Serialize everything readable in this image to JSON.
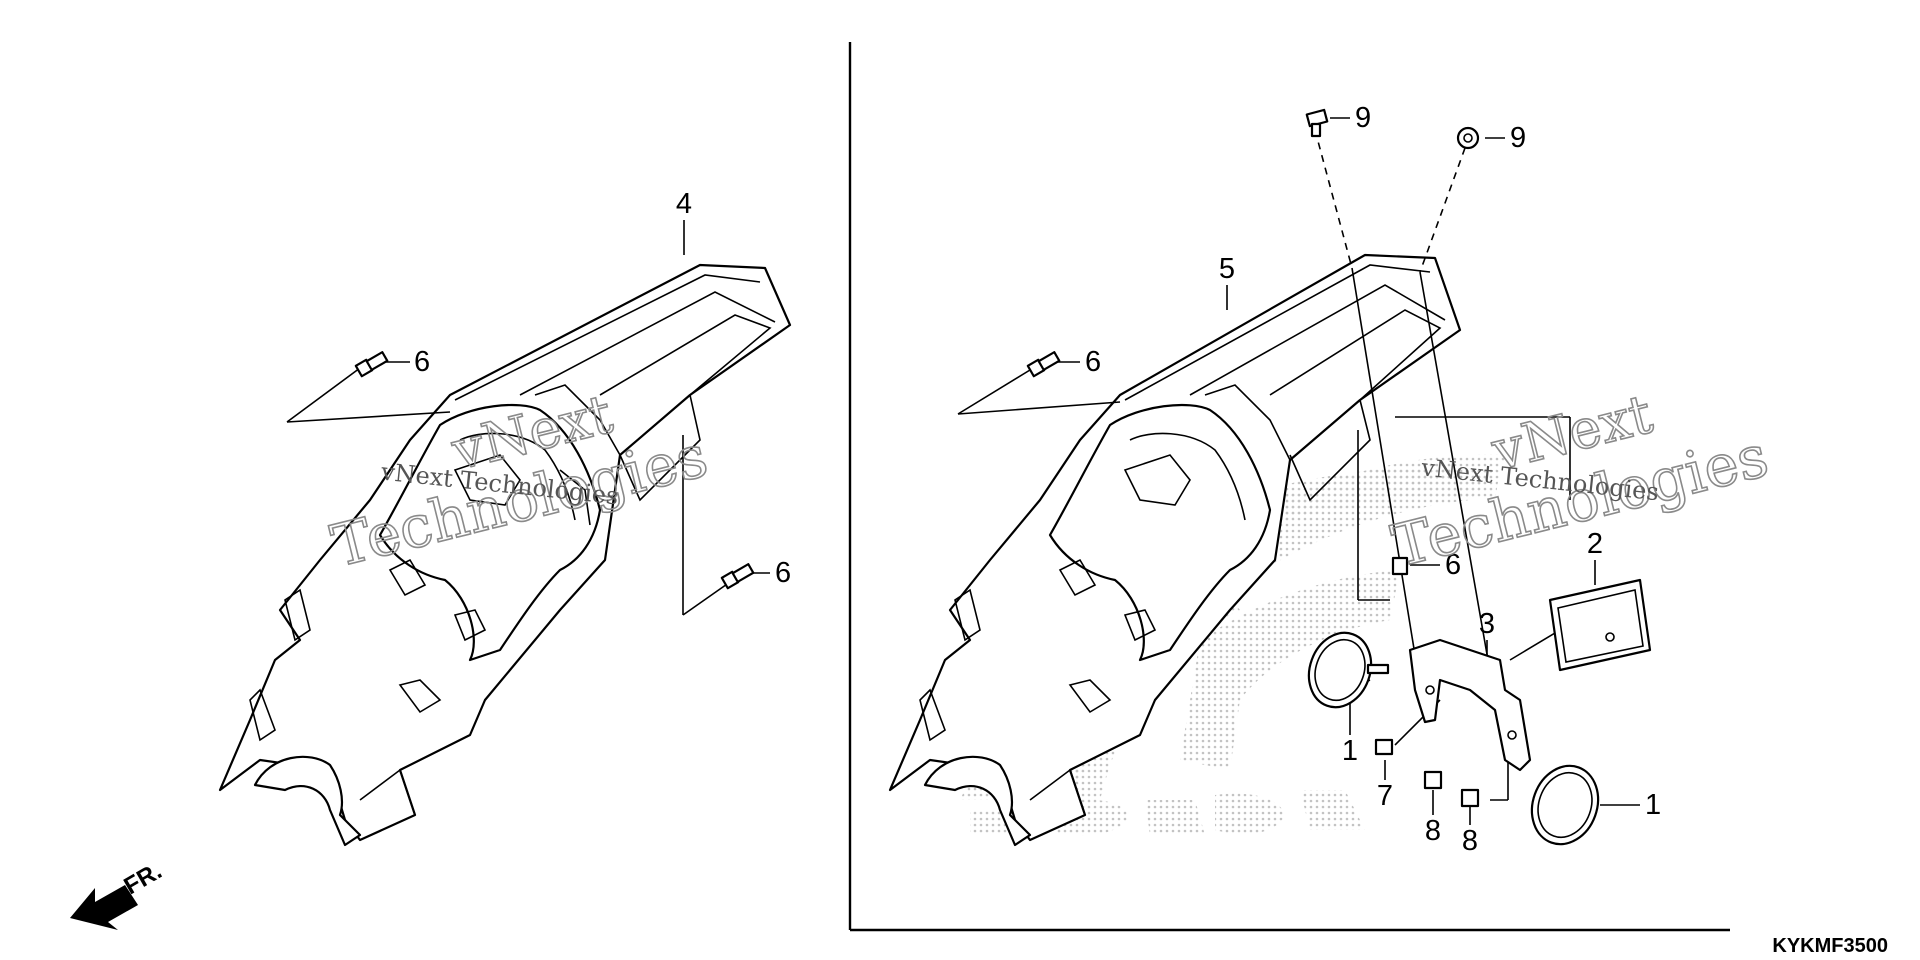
{
  "callouts": {
    "left_4": "4",
    "left_6a": "6",
    "left_6b": "6",
    "right_5": "5",
    "right_6a": "6",
    "right_6b": "6",
    "right_9a": "9",
    "right_9b": "9",
    "right_2": "2",
    "right_3": "3",
    "right_1a": "1",
    "right_1b": "1",
    "right_7": "7",
    "right_8a": "8",
    "right_8b": "8"
  },
  "watermarks": {
    "line1": "vNext",
    "line2": "Technologies",
    "small": "vNext Technologies"
  },
  "front_marker": "FR.",
  "diagram_code": "KYKMF3500",
  "colors": {
    "ink": "#000000",
    "watermark": "#8a8a8a",
    "dots": "#bdbdbd"
  }
}
